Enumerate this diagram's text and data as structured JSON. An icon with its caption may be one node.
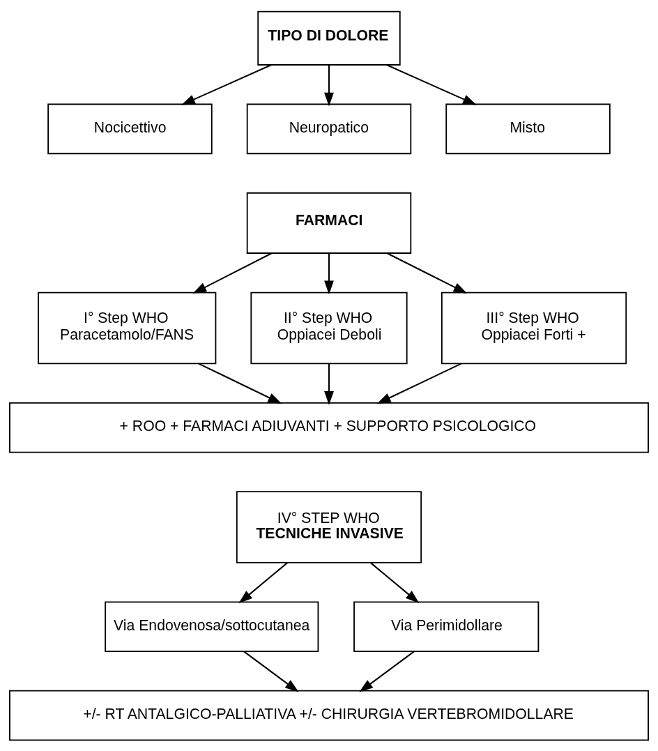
{
  "diagram": {
    "nodes": [
      {
        "text": [
          "TIPO DI DOLORE"
        ]
      },
      {
        "text": [
          "Nocicettivo"
        ]
      },
      {
        "text": [
          "Neuropatico"
        ]
      },
      {
        "text": [
          "Misto"
        ]
      },
      {
        "text": [
          "FARMACI"
        ]
      },
      {
        "text": [
          "I° Step WHO",
          "Paracetamolo/FANS"
        ]
      },
      {
        "text": [
          "II° Step WHO",
          "Oppiacei Deboli"
        ]
      },
      {
        "text": [
          "III° Step WHO",
          "Oppiacei Forti +"
        ]
      },
      {
        "text": [
          "+ ROO + FARMACI ADIUVANTI + SUPPORTO PSICOLOGICO"
        ]
      },
      {
        "text": [
          "IV° STEP WHO",
          "TECNICHE INVASIVE"
        ]
      },
      {
        "text": [
          "Via Endovenosa/sottocutanea"
        ]
      },
      {
        "text": [
          "Via Perimidollare"
        ]
      },
      {
        "text": [
          "+/- RT ANTALGICO-PALLIATIVA +/- CHIRURGIA VERTEBROMIDOLLARE"
        ]
      }
    ],
    "edges": [
      {
        "from": 0,
        "to": 1,
        "arrow": "to"
      },
      {
        "from": 0,
        "to": 2,
        "arrow": "to"
      },
      {
        "from": 0,
        "to": 3,
        "arrow": "to"
      },
      {
        "from": 4,
        "to": 5,
        "arrow": "to"
      },
      {
        "from": 4,
        "to": 6,
        "arrow": "to"
      },
      {
        "from": 4,
        "to": 7,
        "arrow": "to"
      },
      {
        "from": 5,
        "to": 8,
        "arrow": "to"
      },
      {
        "from": 6,
        "to": 8,
        "arrow": "to"
      },
      {
        "from": 7,
        "to": 8,
        "arrow": "to"
      },
      {
        "from": 9,
        "to": 10,
        "arrow": "to"
      },
      {
        "from": 9,
        "to": 11,
        "arrow": "to"
      },
      {
        "from": 10,
        "to": 12,
        "arrow": "to"
      },
      {
        "from": 11,
        "to": 12,
        "arrow": "to"
      }
    ]
  }
}
